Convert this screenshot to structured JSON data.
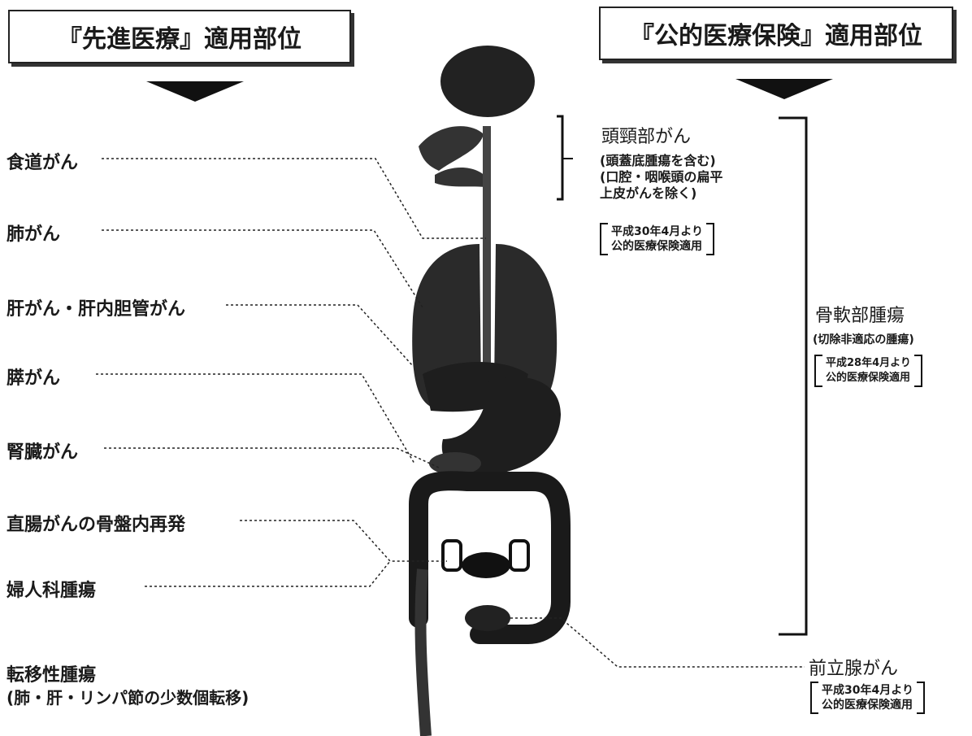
{
  "headers": {
    "left": "『先進医療』適用部位",
    "right": "『公的医療保険』適用部位"
  },
  "left_labels": [
    "食道がん",
    "肺がん",
    "肝がん・肝内胆管がん",
    "膵がん",
    "腎臓がん",
    "直腸がんの骨盤内再発",
    "婦人科腫瘍"
  ],
  "metastatic": {
    "title": "転移性腫瘍",
    "sub": "(肺・肝・リンパ節の少数個転移)"
  },
  "head_neck": {
    "title": "頭頸部がん",
    "sub1": "(頭蓋底腫瘍を含む)",
    "sub2": "(口腔・咽喉頭の扁平",
    "sub3": "上皮がんを除く)",
    "note1": "平成30年4月より",
    "note2": "公的医療保険適用"
  },
  "bone": {
    "title": "骨軟部腫瘍",
    "sub": "(切除非適応の腫瘍)",
    "note1": "平成28年4月より",
    "note2": "公的医療保険適用"
  },
  "prostate": {
    "title": "前立腺がん",
    "note1": "平成30年4月より",
    "note2": "公的医療保険適用"
  }
}
